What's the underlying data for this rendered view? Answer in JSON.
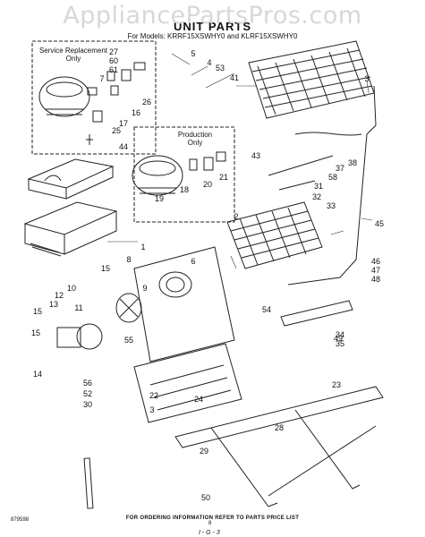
{
  "watermark": "AppliancePartsPros.com",
  "header": {
    "title": "UNIT PARTS",
    "models_line": "For Models: KRRF15XSWHY0 and KLRF15XSWHY0"
  },
  "boxes": {
    "service_replacement": "Service Replacement\nOnly",
    "production": "Production\nOnly"
  },
  "footer": {
    "note": "FOR ORDERING INFORMATION REFER TO PARTS PRICE LIST",
    "doc_code": "879598",
    "page_number": "8",
    "sheet_id": "I - G - 3"
  },
  "callouts": [
    "27",
    "60",
    "61",
    "7",
    "16",
    "26",
    "17",
    "25",
    "5",
    "4",
    "53",
    "41",
    "3",
    "44",
    "20",
    "18",
    "19",
    "21",
    "43",
    "37",
    "38",
    "58",
    "31",
    "32",
    "33",
    "2",
    "45",
    "1",
    "15",
    "8",
    "9",
    "6",
    "46",
    "47",
    "48",
    "10",
    "12",
    "13",
    "15",
    "11",
    "54",
    "49",
    "34",
    "35",
    "14",
    "15",
    "55",
    "56",
    "52",
    "30",
    "23",
    "22",
    "24",
    "3",
    "28",
    "29",
    "50"
  ]
}
